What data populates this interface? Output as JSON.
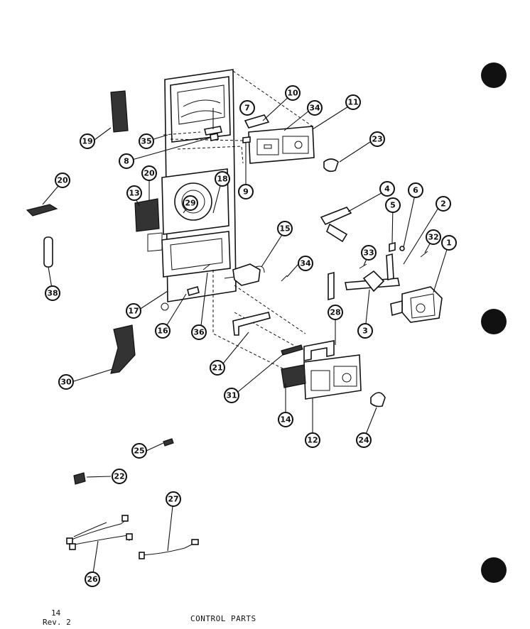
{
  "page": {
    "number": "14",
    "revision": "Rev. 2",
    "title": "CONTROL PARTS"
  },
  "callouts": [
    "1",
    "2",
    "3",
    "4",
    "5",
    "6",
    "7",
    "8",
    "9",
    "10",
    "11",
    "12",
    "13",
    "14",
    "15",
    "16",
    "17",
    "18",
    "19",
    "20",
    "20",
    "21",
    "22",
    "23",
    "24",
    "25",
    "26",
    "27",
    "28",
    "29",
    "30",
    "31",
    "32",
    "33",
    "34",
    "34",
    "35",
    "36",
    "38"
  ]
}
